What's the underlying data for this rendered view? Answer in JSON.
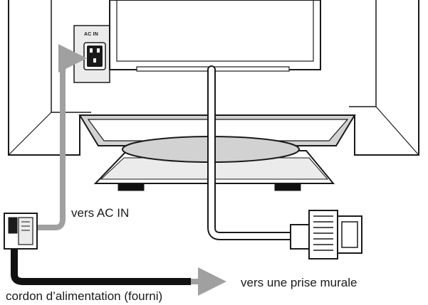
{
  "labels": {
    "socket": "AC IN",
    "to_ac_in": "vers AC IN",
    "to_wall_outlet": "vers une prise murale",
    "power_cord": "cordon d’alimentation (fourni)"
  },
  "colors": {
    "outline": "#1a1a1a",
    "panel_shade": "#ebebeb",
    "stand_shade": "#d2d2d2",
    "arrow": "#a0a0a0",
    "cord": "#111111"
  },
  "icons": {
    "socket": "iec-power-socket-icon",
    "plug": "power-plug-icon",
    "connector": "vga-connector-icon",
    "arrow": "direction-arrow-icon"
  }
}
